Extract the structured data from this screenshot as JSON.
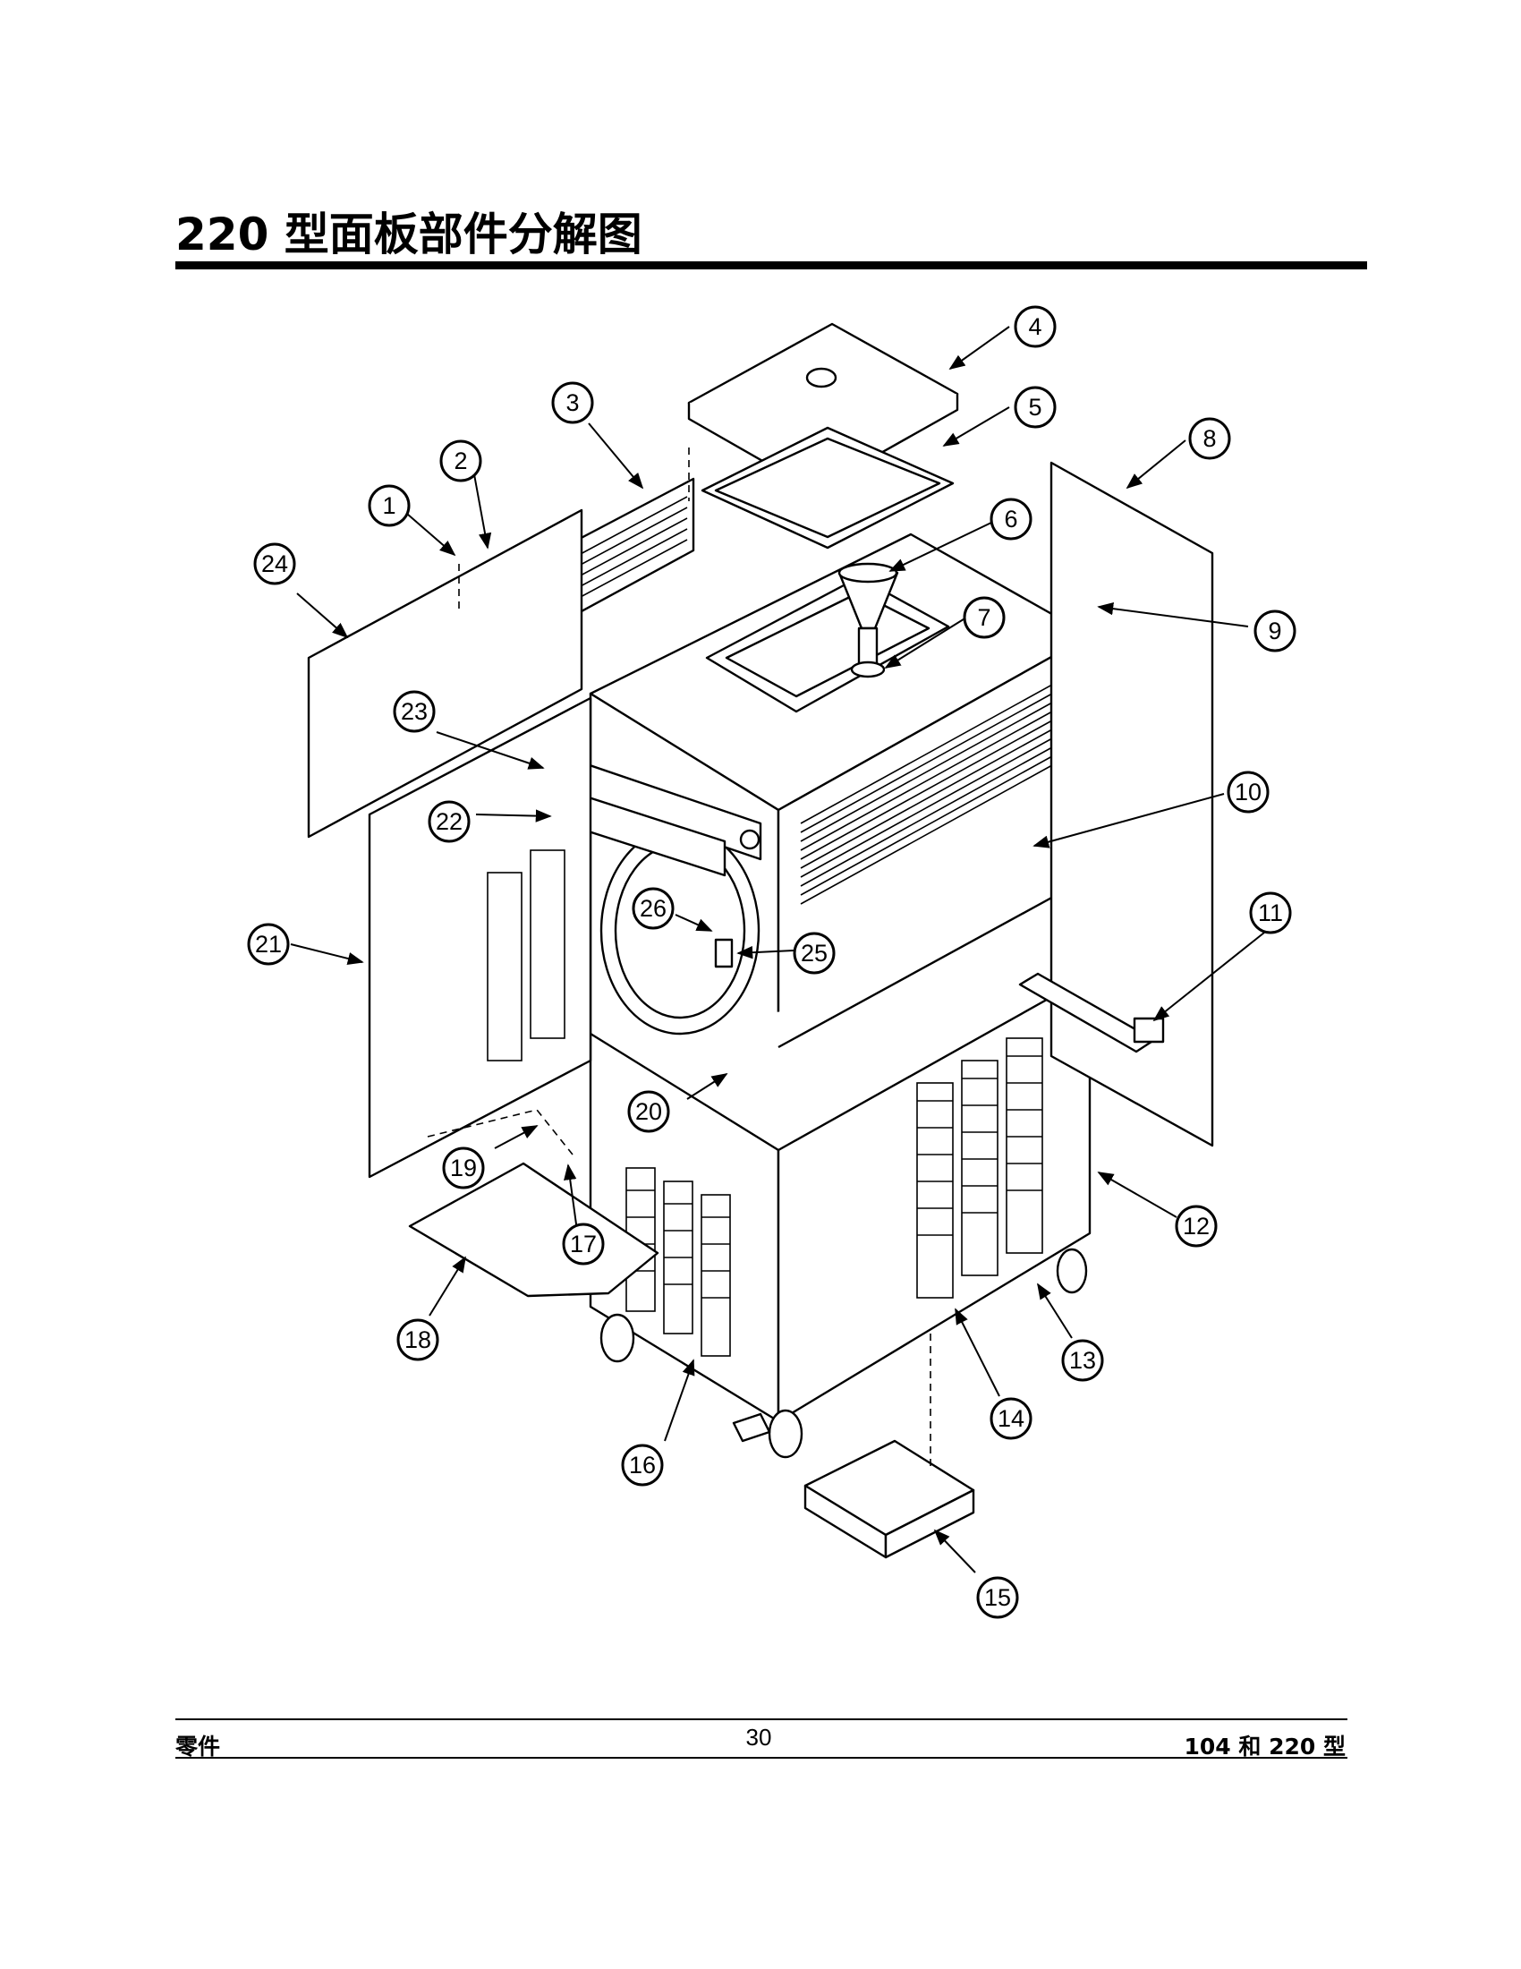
{
  "page": {
    "title": "220 型面板部件分解图",
    "footer_left": "零件",
    "page_number": "30",
    "footer_right": "104 和 220 型"
  },
  "callouts": [
    "1",
    "2",
    "3",
    "4",
    "5",
    "6",
    "7",
    "8",
    "9",
    "10",
    "11",
    "12",
    "13",
    "14",
    "15",
    "16",
    "17",
    "18",
    "19",
    "20",
    "21",
    "22",
    "23",
    "24",
    "25",
    "26"
  ]
}
